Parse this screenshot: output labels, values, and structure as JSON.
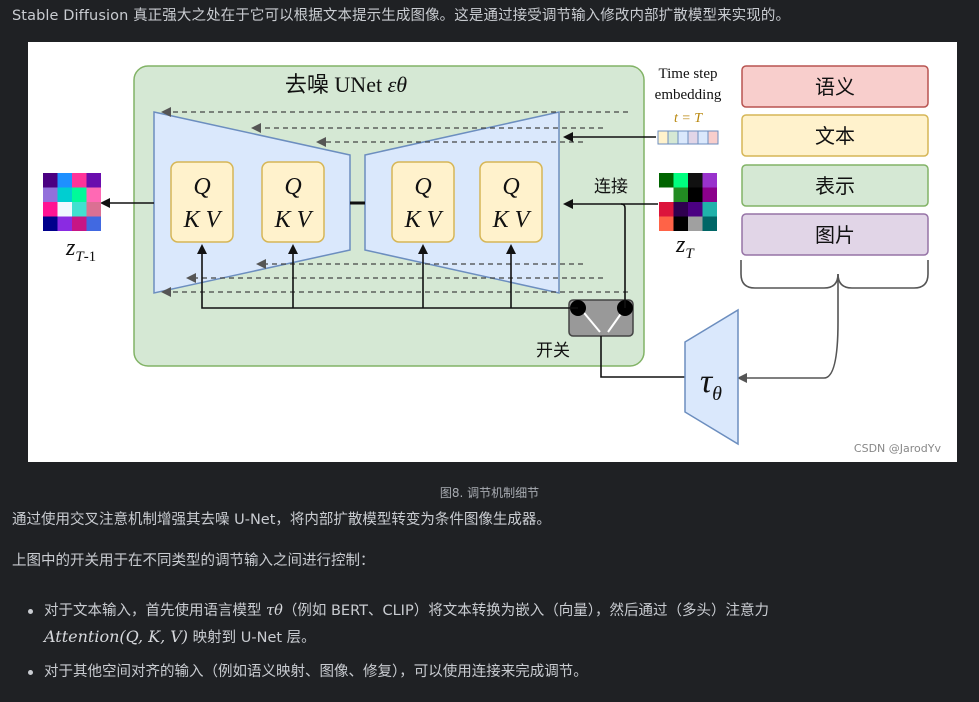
{
  "intro_text": "Stable Diffusion 真正强大之处在于它可以根据文本提示生成图像。这是通过接受调节输入修改内部扩散模型来实现的。",
  "figure": {
    "unet_title": "去噪 UNet ",
    "unet_title_symbol": "εθ",
    "time_step_line1": "Time step",
    "time_step_line2": "embedding",
    "time_step_eq": "t = T",
    "qkv_q": "Q",
    "qkv_kv": "K V",
    "connect_label": "连接",
    "switch_label": "开关",
    "z_out": "zT-1",
    "z_in": "zT",
    "tau_label": "τθ",
    "cond_inputs": [
      "语义",
      "文本",
      "表示",
      "图片"
    ],
    "cond_colors": [
      "#f8cecc",
      "#fff2cc",
      "#d5e8d4",
      "#e1d5e7"
    ],
    "watermark": "CSDN @JarodYv"
  },
  "caption": "图8. 调节机制细节",
  "para1": "通过使用交叉注意机制增强其去噪 U-Net，将内部扩散模型转变为条件图像生成器。",
  "para2": "上图中的开关用于在不同类型的调节输入之间进行控制：",
  "bullet1_a": "对于文本输入，首先使用语言模型 ",
  "bullet1_tau": "τθ",
  "bullet1_b": "（例如 BERT、CLIP）将文本转换为嵌入（向量），然后通过（多头）注意力",
  "bullet1_math": "Attention(Q, K, V)",
  "bullet1_c": " 映射到 U-Net 层。",
  "bullet2": "对于其他空间对齐的输入（例如语义映射、图像、修复），可以使用连接来完成调节。"
}
